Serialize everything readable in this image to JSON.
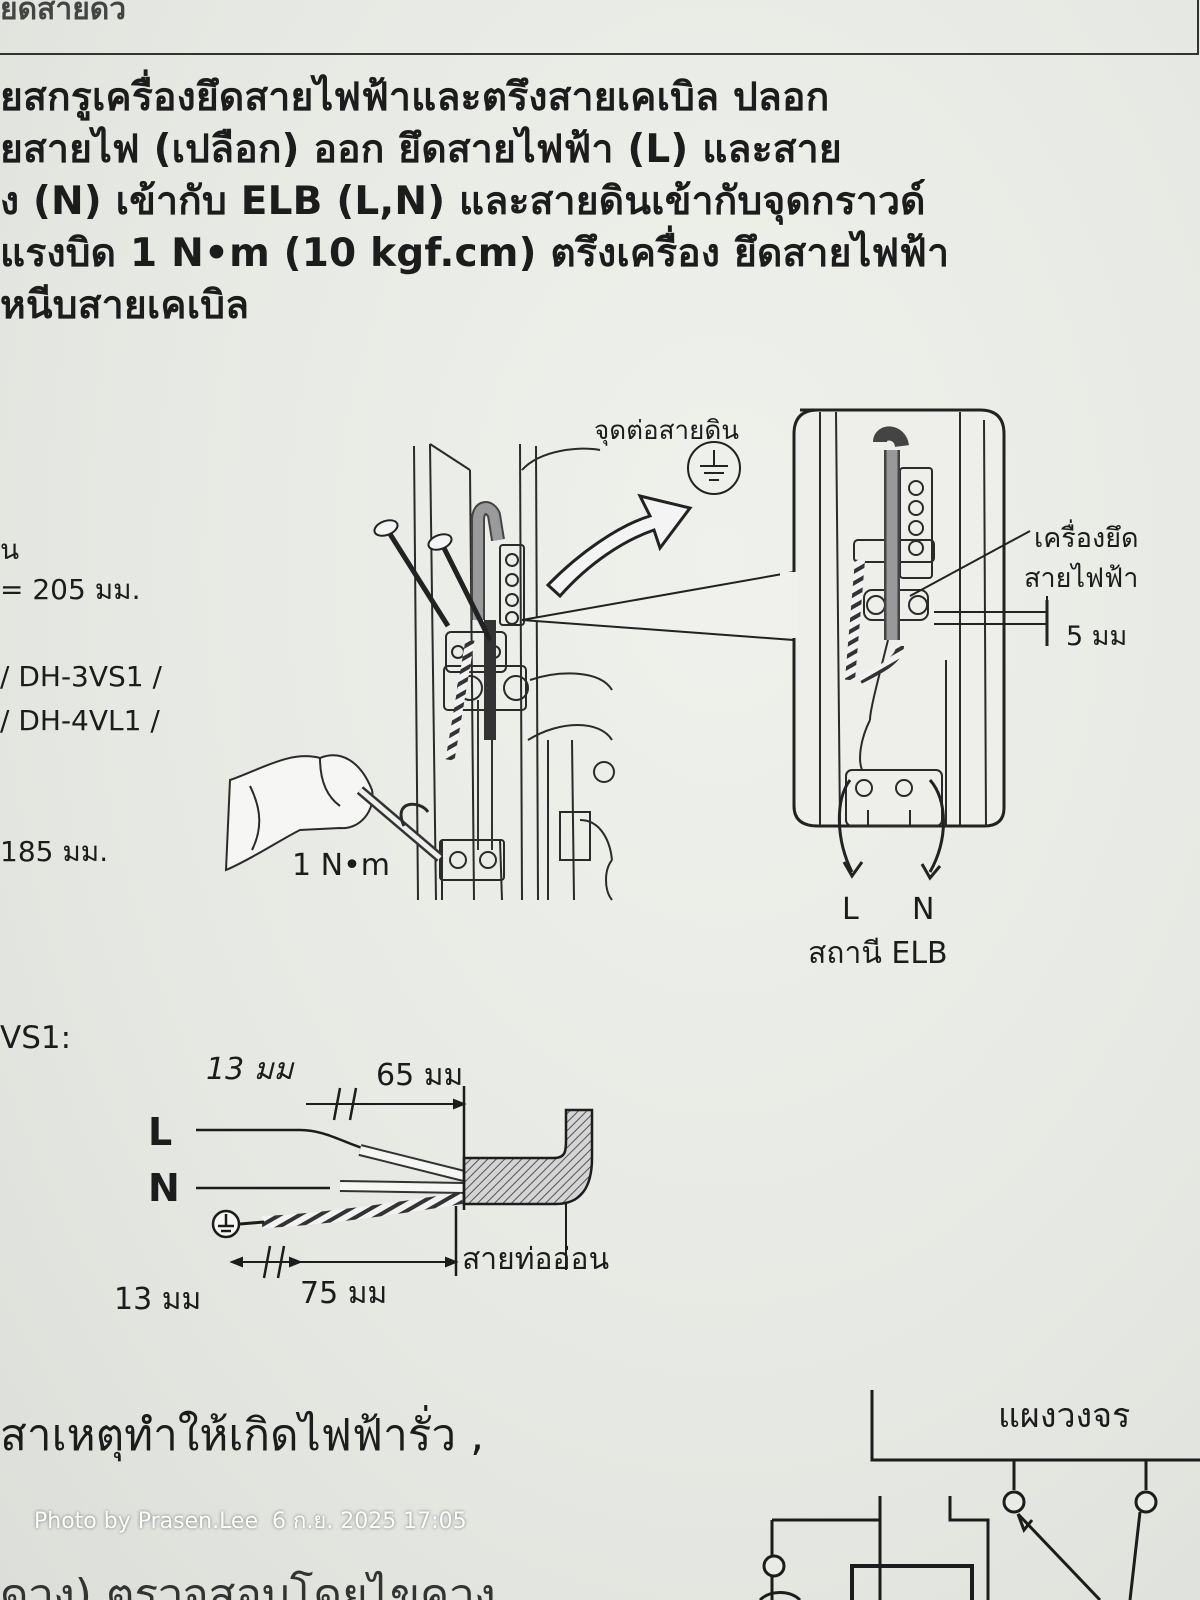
{
  "header": {
    "partial_title": "ยดสายดว"
  },
  "instruction": {
    "lines": [
      "ยสกรูเครื่องยึดสายไฟฟ้าและตรึงสายเคเบิล ปลอก",
      "ยสายไฟ (เปลือก) ออก ยึดสายไฟฟ้า (L) และสาย",
      "ง (N) เข้ากับ ELB (L,N) และสายดินเข้ากับจุดกราวด์",
      "แรงบิด 1 N•m (10 kgf.cm) ตรึงเครื่อง ยึดสายไฟฟ้า",
      "หนีบสายเคเบิล"
    ]
  },
  "left_column": {
    "fragment_1": "น",
    "length_1": "= 205 มม.",
    "model_1": "/ DH-3VS1 /",
    "model_2": "/ DH-4VL1 /",
    "length_2": "185 มม.",
    "model_3": "VS1:"
  },
  "diagram_main": {
    "earth_point_label": "จุดต่อสายดิน",
    "torque_label": "1 N•m",
    "clamp_label_1": "เครื่องยึด",
    "clamp_label_2": "สายไฟฟ้า",
    "gap_label": "5 มม",
    "terminal_L": "L",
    "terminal_N": "N",
    "elb_station": "สถานี ELB"
  },
  "diagram_cable": {
    "strip_top": "13 มม",
    "length_top": "65 มม",
    "wire_L": "L",
    "wire_N": "N",
    "strip_bottom": "13 มม",
    "length_bottom": "75 มม",
    "conduit_label": "สายท่ออ่อน"
  },
  "circuit": {
    "label": "แผงวงจร"
  },
  "bottom": {
    "text_1": "สาเหตุทำให้เกิดไฟฟ้ารั่ว ,",
    "text_2_partial": "ดวง) ตรวจสอบโดยไขควง"
  },
  "credit": {
    "author": "Photo by Prasen.Lee",
    "timestamp": "6 ก.ย. 2025 17:05"
  }
}
